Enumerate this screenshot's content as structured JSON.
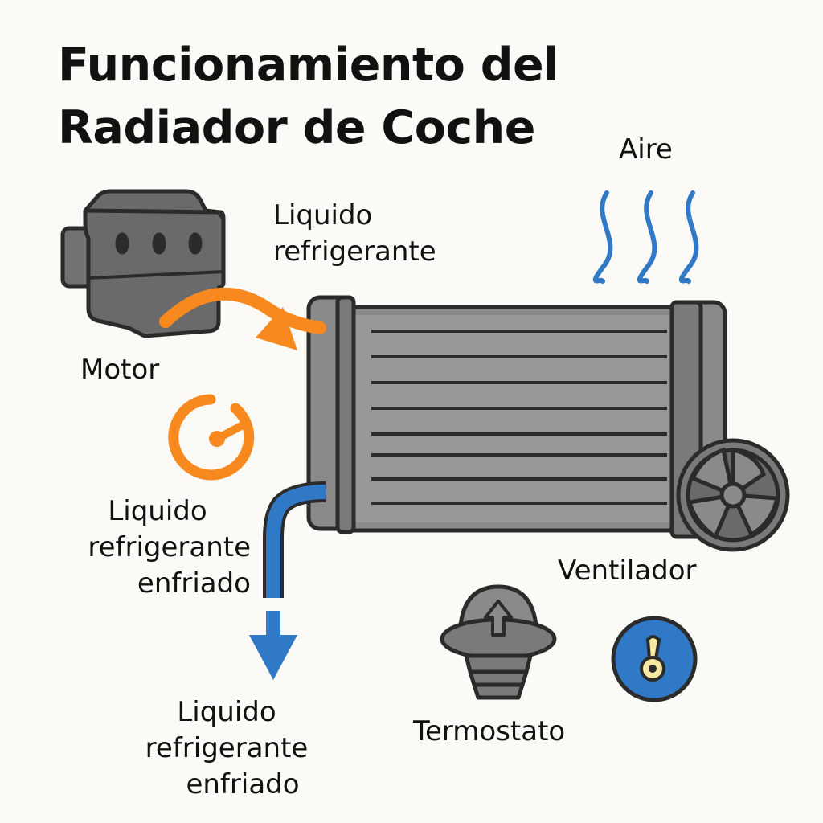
{
  "title": {
    "line1": "Funcionamiento del",
    "line2": "Radiador de Coche"
  },
  "labels": {
    "aire": "Aire",
    "motor": "Motor",
    "liquido_refrigerante": {
      "line1": "Liquido",
      "line2": "refrigerante"
    },
    "liquido_enfriado_mid": {
      "line1": "Liquido",
      "line2": "refrigerante",
      "line3": "enfriado"
    },
    "liquido_enfriado_bottom": {
      "line1": "Liquido",
      "line2": "refrigerante",
      "line3": "enfriado"
    },
    "ventilador": "Ventilador",
    "termostato": "Termostato"
  },
  "colors": {
    "hot_flow": "#f7891f",
    "cold_flow": "#2f79c6",
    "air": "#2f79c6",
    "metal": "#8a8a8a",
    "outline": "#2b2b2b",
    "switch_body": "#2f79c6",
    "switch_lever": "#f5e6a0"
  },
  "icons": {
    "engine": "engine-icon",
    "radiator": "radiator-icon",
    "fan": "fan-icon",
    "thermostat": "thermostat-icon",
    "gauge": "gauge-icon",
    "switch": "switch-icon",
    "air": "air-wave-icon"
  }
}
